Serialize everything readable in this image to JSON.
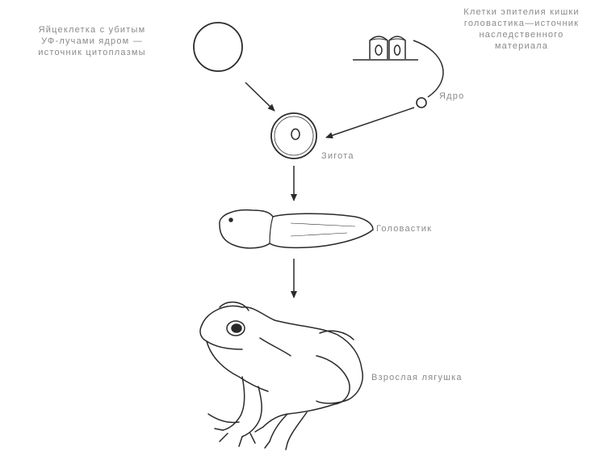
{
  "labels": {
    "egg": [
      "Яйцеклетка с убитым",
      "УФ-лучами ядром —",
      "источник цитоплазмы"
    ],
    "epithelium": [
      "Клетки эпителия кишки",
      "головастика—источник",
      "наследственного",
      "материала"
    ],
    "nucleus": "Ядро",
    "zygote": "Зигота",
    "tadpole": "Головастик",
    "frog": "Взрослая лягушка"
  },
  "colors": {
    "line": "#2a2a2a",
    "label": "#8a8a8a"
  }
}
